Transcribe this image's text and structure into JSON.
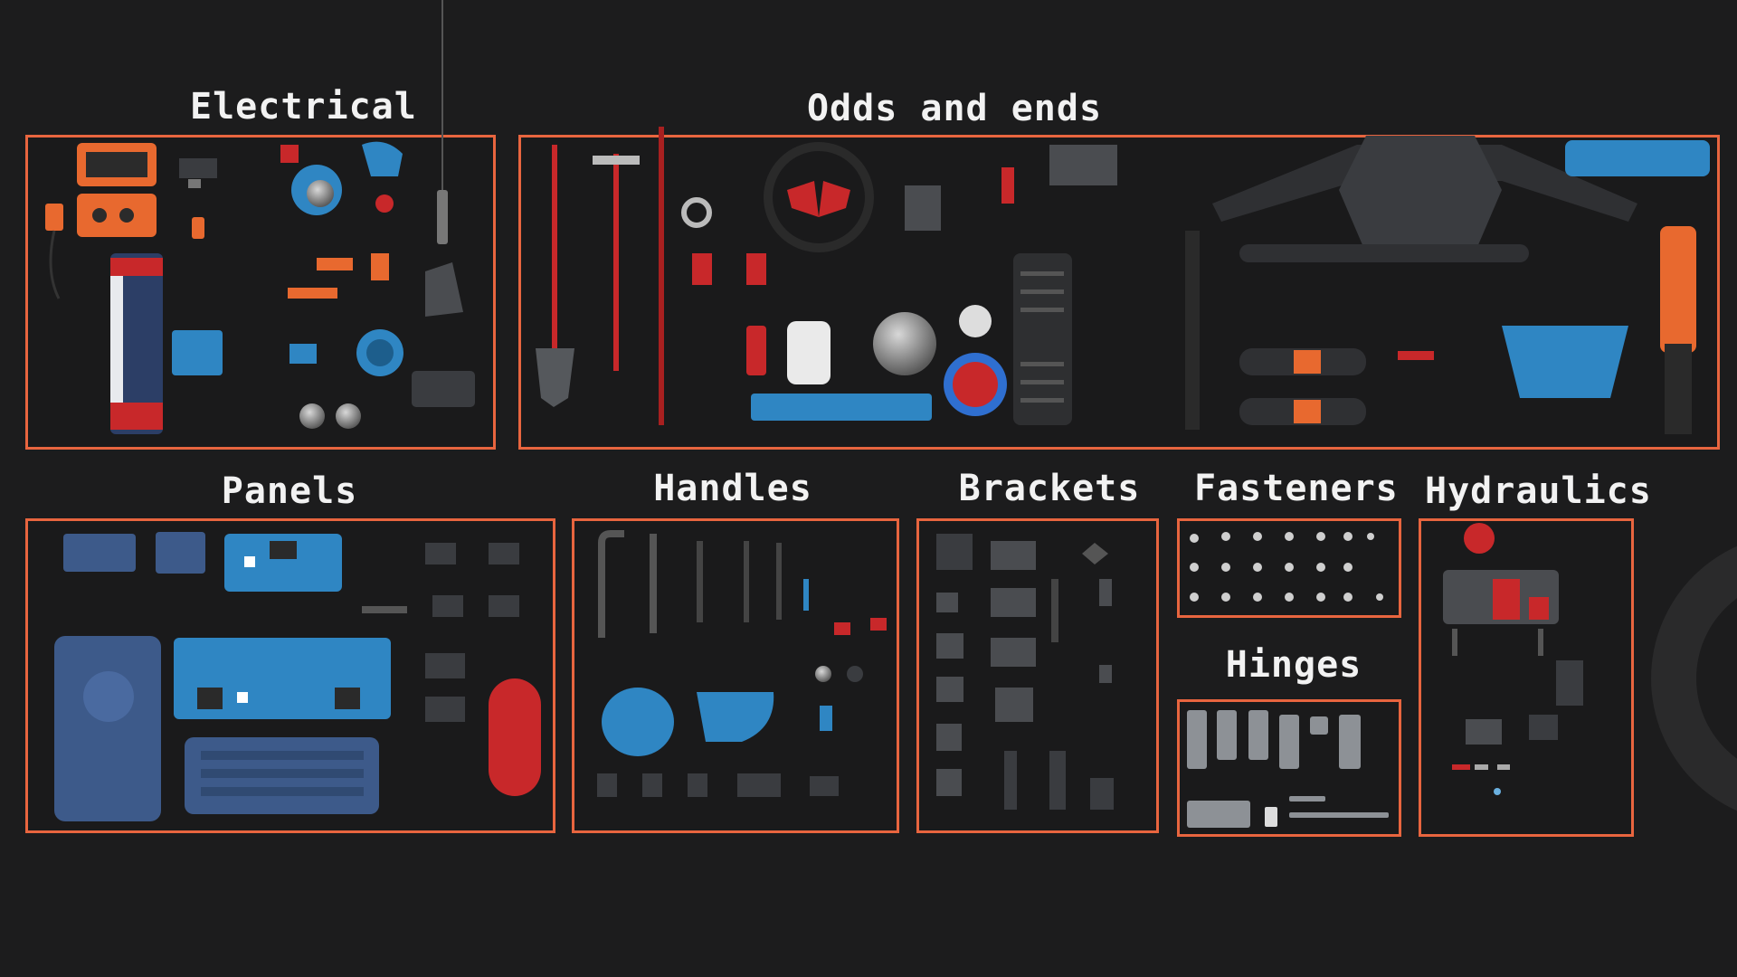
{
  "categories": {
    "electrical": "Electrical",
    "odds_and_ends": "Odds and ends",
    "panels": "Panels",
    "handles": "Handles",
    "brackets": "Brackets",
    "fasteners": "Fasteners",
    "hinges": "Hinges",
    "hydraulics": "Hydraulics"
  },
  "colors": {
    "frame": "#e8653f",
    "part_orange": "#e8692f",
    "part_blue": "#2f86c3",
    "part_red": "#c8282a",
    "part_dark": "#3a3c40",
    "background": "#1c1c1d"
  }
}
